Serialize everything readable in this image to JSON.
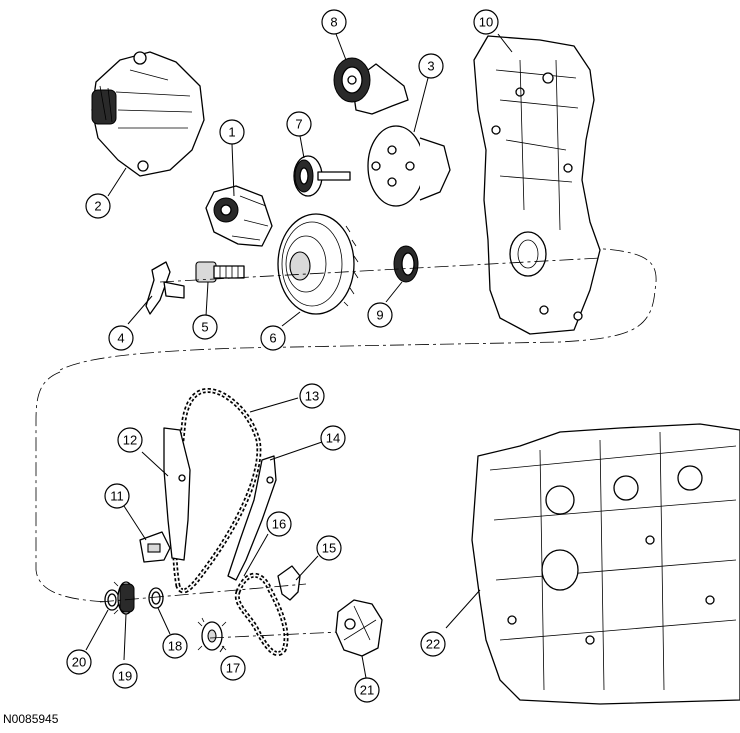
{
  "figure_id": "N0085945",
  "callouts": {
    "c1": "1",
    "c2": "2",
    "c3": "3",
    "c4": "4",
    "c5": "5",
    "c6": "6",
    "c7": "7",
    "c8": "8",
    "c9": "9",
    "c10": "10",
    "c11": "11",
    "c12": "12",
    "c13": "13",
    "c14": "14",
    "c15": "15",
    "c16": "16",
    "c17": "17",
    "c18": "18",
    "c19": "19",
    "c20": "20",
    "c21": "21",
    "c22": "22"
  }
}
